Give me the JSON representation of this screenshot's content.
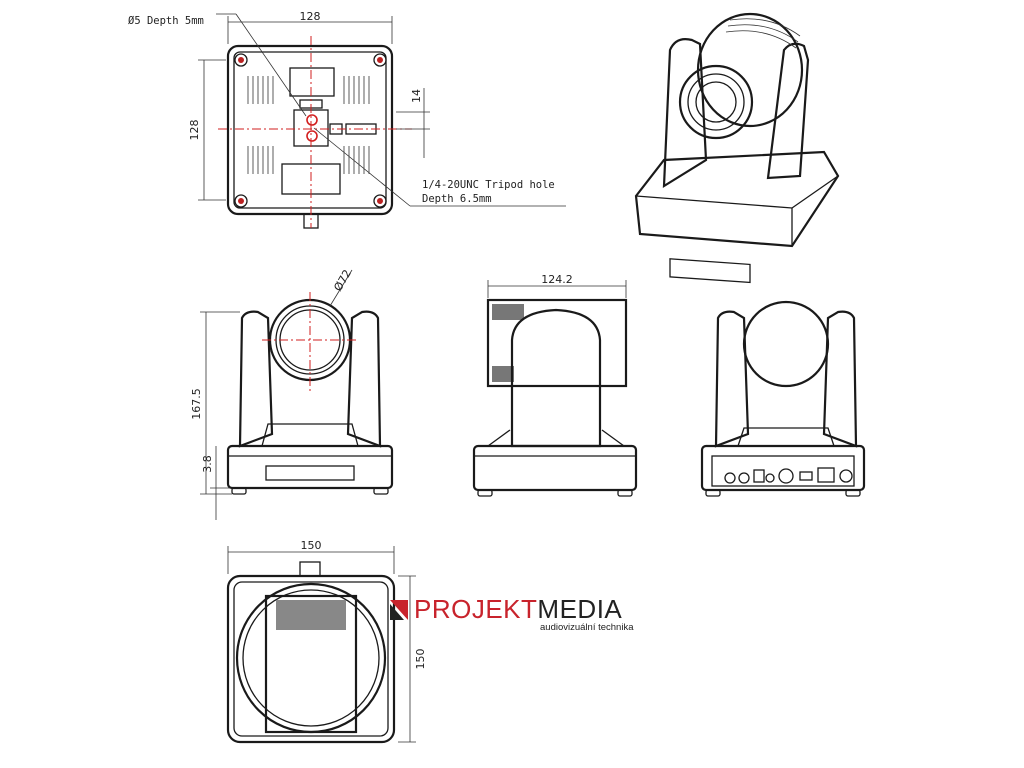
{
  "bottom_view": {
    "width_label": "128",
    "height_label": "128",
    "offset_label": "14",
    "screw_note": "Ø5 Depth 5mm",
    "tripod_note_line1": "1/4-20UNC Tripod hole",
    "tripod_note_line2": "Depth 6.5mm"
  },
  "front_view": {
    "height_label": "167.5",
    "base_gap_label": "3.8",
    "lens_label": "Ø72"
  },
  "side_view": {
    "width_label": "124.2"
  },
  "top_view": {
    "width_label": "150",
    "depth_label": "150"
  },
  "logo": {
    "name_part1": "PROJEKT",
    "name_part2": "MEDIA",
    "tagline": "audiovizuální technika",
    "accent_color": "#c8232c"
  },
  "colors": {
    "line": "#1a1a1a",
    "centerline": "#d21f1f"
  }
}
